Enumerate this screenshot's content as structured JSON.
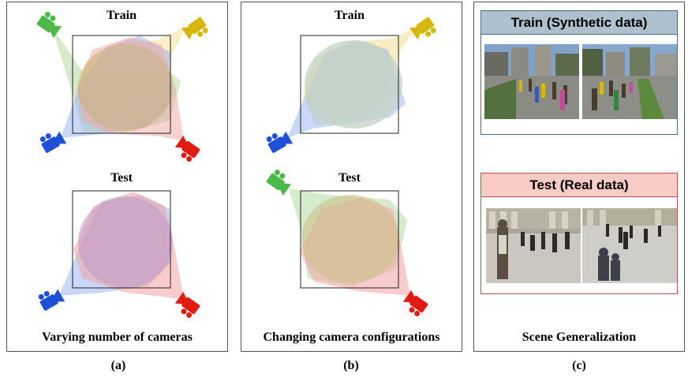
{
  "panels": {
    "a": {
      "train_title": "Train",
      "test_title": "Test",
      "caption": "Varying number of cameras",
      "sublabel": "(a)"
    },
    "b": {
      "train_title": "Train",
      "test_title": "Test",
      "caption": "Changing camera configurations",
      "sublabel": "(b)"
    },
    "c": {
      "train_box_title": "Train (Synthetic data)",
      "test_box_title": "Test (Real data)",
      "caption": "Scene Generalization",
      "sublabel": "(c)"
    }
  },
  "colors": {
    "camera_green": "#4cb847",
    "camera_yellow": "#d8b70c",
    "camera_blue": "#1d4fd8",
    "camera_red": "#e01b12",
    "fov_green": "#b3dba3",
    "fov_yellow": "#f2e19a",
    "fov_blue": "#9bb8ef",
    "fov_red": "#f2a3a3",
    "train_box_border": "#4a6d86",
    "train_box_header": "#aebfcd",
    "test_box_border": "#c0504d",
    "test_box_header": "#f7cbc6"
  },
  "icons": [
    "camera-icon"
  ]
}
